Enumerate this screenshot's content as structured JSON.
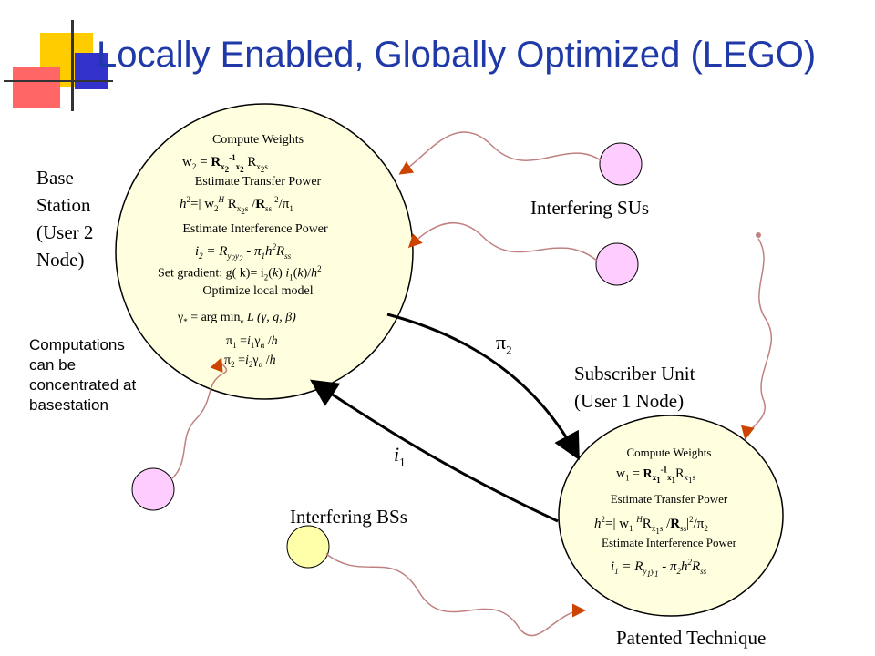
{
  "slide": {
    "title": "Locally Enabled, Globally Optimized (LEGO)",
    "footer": "Patented Technique"
  },
  "labels": {
    "base_station": [
      "Base",
      "Station",
      "(User 2",
      "Node)"
    ],
    "interfering_sus": "Interfering  SUs",
    "subscriber_unit": [
      "Subscriber Unit",
      "(User 1 Node)"
    ],
    "interfering_bss": "Interfering  BSs",
    "computations_note": [
      "Computations",
      "can be",
      "concentrated at",
      "basestation"
    ],
    "pi2": "π",
    "pi2_sub": "2",
    "i1": "i",
    "i1_sub": "1"
  },
  "base_station_node": {
    "compute_weights": "Compute Weights",
    "estimate_transfer_power": "Estimate Transfer Power",
    "estimate_interference_power": "Estimate Interference Power",
    "set_gradient": "Set gradient: g( k)= i",
    "optimize_local_model": "Optimize local model",
    "argmin_text": "= arg min",
    "loss": "L (γ, g, β)"
  },
  "subscriber_node": {
    "compute_weights": "Compute Weights",
    "estimate_transfer_power": "Estimate Transfer Power",
    "estimate_interference_power": "Estimate Interference Power"
  },
  "colors": {
    "title": "#1f3aa8",
    "node_fill": "#ffffe0",
    "su_fill": "#ffccff",
    "bs_fill": "#ffffaa",
    "squiggle": "#c08080",
    "arrowhead": "#cc4400",
    "deco_yellow": "#ffcc00",
    "deco_blue": "#3333cc",
    "deco_red": "#ff6666"
  }
}
